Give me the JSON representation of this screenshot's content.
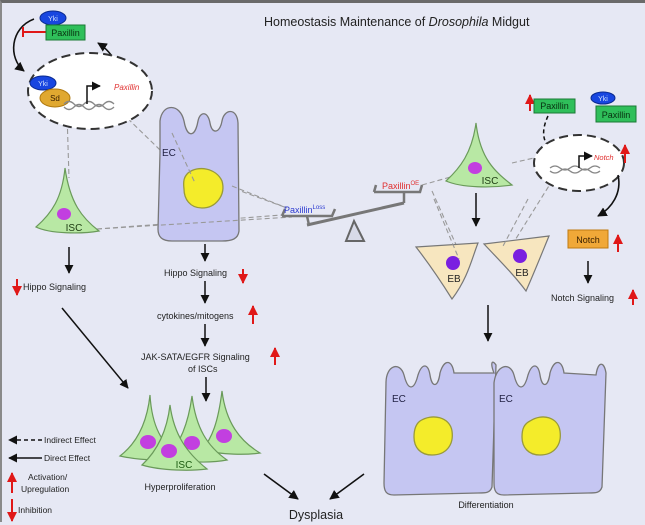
{
  "title": {
    "prefix": "Homeostasis Maintenance of ",
    "italic": "Drosophila",
    "suffix": " Midgut"
  },
  "colors": {
    "background": "#e6e8f4",
    "ec_cell": "#c5c6f2",
    "nucleus_yellow": "#f4ec2a",
    "isc_cell": "#b8e8a4",
    "isc_nucleus": "#c23fe0",
    "eb_cell": "#f7e6bf",
    "eb_nucleus": "#7a1fe0",
    "paxillin_box": "#2fbf5a",
    "yki_oval": "#1846e0",
    "sd_blob": "#e0a830",
    "notch_box": "#f0a838",
    "activation": "#e01818",
    "loss_text": "#2c3ad0",
    "oe_text": "#e03030"
  },
  "top_left_module": {
    "yki_label": "Yki",
    "paxillin_label": "Paxillin",
    "nucleus_yki_label": "Yki",
    "sd_label": "Sd",
    "gene_label": "Paxillin"
  },
  "top_right_module": {
    "paxillin_up_label": "Paxillin",
    "yki_label": "Yki",
    "paxillin_label": "Paxillin",
    "gene_label": "Notch",
    "notch_box_label": "Notch",
    "notch_signaling_label": "Notch Signaling"
  },
  "cells": {
    "ec_top_label": "EC",
    "isc_left_label": "ISC",
    "isc_right_label": "ISC",
    "eb1_label": "EB",
    "eb2_label": "EB",
    "ec_bottom1_label": "EC",
    "ec_bottom2_label": "EC",
    "isc_cluster_label": "ISC"
  },
  "balance": {
    "loss_label": "Paxillin",
    "loss_sup": "Loss",
    "oe_label": "Paxillin",
    "oe_sup": "OE"
  },
  "left_pathway": {
    "isc_hippo": "Hippo Signaling",
    "ec_hippo": "Hippo Signaling",
    "cytokines": "cytokines/mitogens",
    "jak_line1": "JAK-SATA/EGFR Signaling",
    "jak_line2": "of ISCs",
    "hyperproliferation": "Hyperproliferation"
  },
  "right_pathway": {
    "differentiation": "Differentiation"
  },
  "outcome": {
    "dysplasia": "Dysplasia"
  },
  "legend": {
    "indirect": "Indirect Effect",
    "direct": "Direct Effect",
    "activation_line1": "Activation/",
    "activation_line2": "Upregulation",
    "inhibition": "Inhibition"
  }
}
